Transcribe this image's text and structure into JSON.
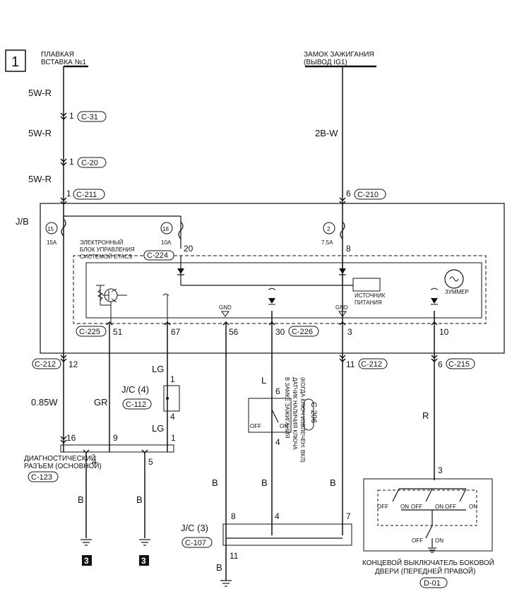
{
  "page": {
    "number": "1",
    "ground_ref": "3"
  },
  "sources": {
    "fuse_link": [
      "ПЛАВКАЯ",
      "ВСТАВКА №1"
    ],
    "ignition": [
      "ЗАМОК ЗАЖИГАНИЯ",
      "(ВЫВОД IG1)"
    ]
  },
  "wires": {
    "w5wr": "5W-R",
    "w2bw": "2B-W",
    "w085w": "0.85W",
    "gr": "GR",
    "lg": "LG",
    "l": "L",
    "r": "R",
    "b": "B"
  },
  "connectors": {
    "c31": "C-31",
    "c20": "C-20",
    "c211": "C-211",
    "c210": "C-210",
    "c224": "C-224",
    "c225": "C-225",
    "c226": "C-226",
    "c212": "C-212",
    "c215": "C-215",
    "c112": "C-112",
    "c123": "C-123",
    "c206": "C-206",
    "c107": "C-107",
    "d01": "D-01"
  },
  "pins": {
    "p1": "1",
    "p6": "6",
    "p12": "12",
    "p11": "11",
    "p20": "20",
    "p8": "8",
    "p51": "51",
    "p67": "67",
    "p56": "56",
    "p30": "30",
    "p3": "3",
    "p10": "10",
    "p16": "16",
    "p9": "9",
    "p4": "4",
    "p5": "5",
    "p7": "7"
  },
  "jb": {
    "label": "J/B",
    "fuse15": {
      "num": "15",
      "amp": "15A"
    },
    "fuse18": {
      "num": "18",
      "amp": "10A"
    },
    "fuse2": {
      "num": "2",
      "amp": "7.5A"
    },
    "etacs": [
      "ЭЛЕКТРОННЫЙ",
      "БЛОК УПРАВЛЕНИЯ",
      "СИСТЕМОЙ ETACS"
    ],
    "power": [
      "ИСТОЧНИК",
      "ПИТАНИЯ"
    ],
    "buzzer": "ЗУММЕР",
    "gnd": "GND"
  },
  "jc4": "J/C (4)",
  "jc3": "J/C (3)",
  "diag": [
    "ДИАГНОСТИЧЕСКИЙ",
    "РАЗЪЕМ (ОСНОВНОЙ)"
  ],
  "key_sensor": [
    "ДАТЧИК НАЛИЧИЯ КЛЮЧА",
    "В ЗАМКЕ ЗАЖИГАНИЯ",
    "(КОГДА КЛЮЧ ИЗВЛЕЧЕН: ВКЛ)"
  ],
  "switch": {
    "off": "OFF",
    "on": "ON"
  },
  "door_switch": [
    "КОНЦЕВОЙ ВЫКЛЮЧАТЕЛЬ БОКОВОЙ",
    "ДВЕРИ (ПЕРЕДНЕЙ ПРАВОЙ)"
  ]
}
